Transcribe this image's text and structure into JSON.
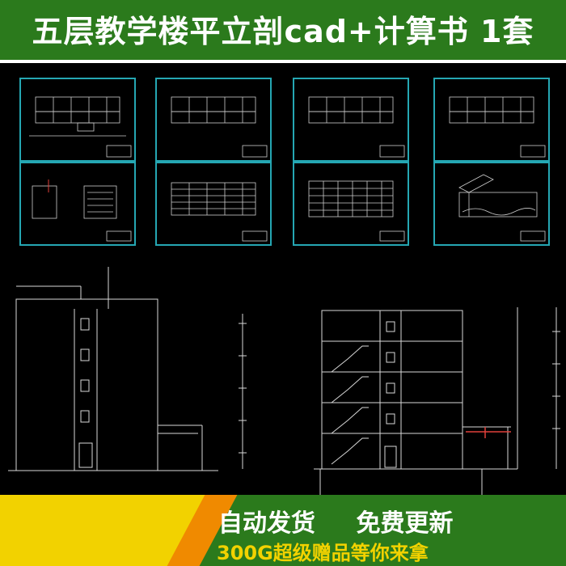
{
  "header": {
    "title": "五层教学楼平立剖cad+计算书 1套"
  },
  "footer": {
    "tag1": "自动发货",
    "tag2": "免费更新",
    "promo": "300G超级赠品等你来拿"
  },
  "colors": {
    "banner_green": "#2b7a1c",
    "frame_cyan": "#25a7b3",
    "accent_yellow": "#f2d200",
    "accent_orange": "#f08a00"
  }
}
